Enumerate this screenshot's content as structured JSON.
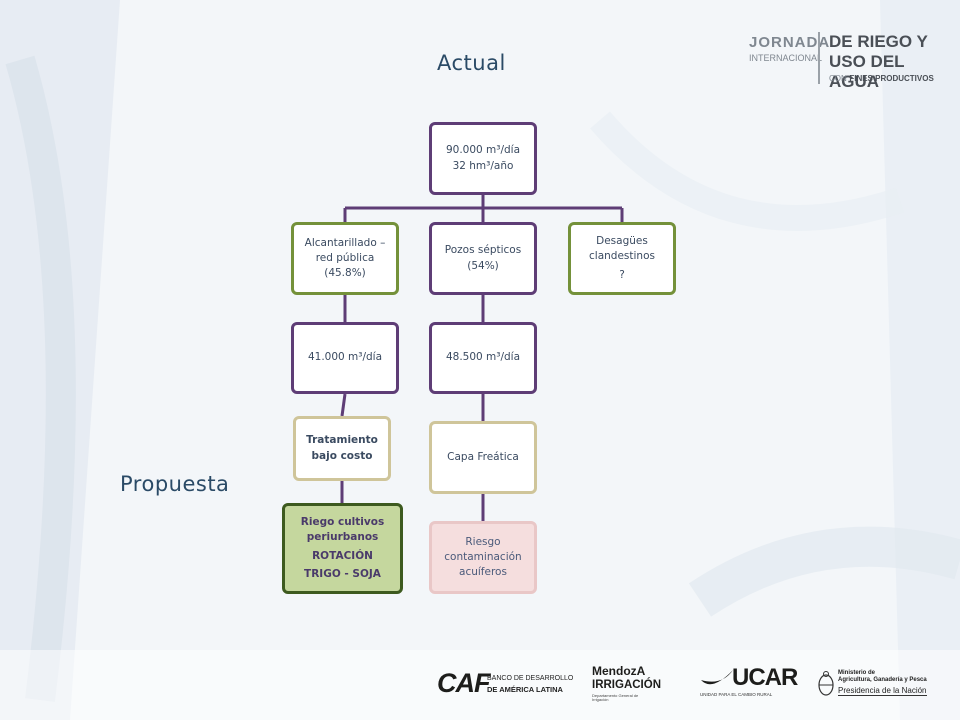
{
  "header": {
    "line1": "JORNADA",
    "line2": "INTERNACIONAL",
    "line3": "DE RIEGO Y",
    "line4": "USO DEL AGUA",
    "line5_prefix": "CON",
    "line5": "FINES PRODUCTIVOS"
  },
  "labels": {
    "actual": "Actual",
    "propuesta": "Propuesta"
  },
  "nodes": {
    "root_l1": "90.000 m³/día",
    "root_l2": "32 hm³/año",
    "alc_l1": "Alcantarillado –",
    "alc_l2": "red pública",
    "alc_l3": "(45.8%)",
    "pozos_l1": "Pozos sépticos",
    "pozos_l2": "(54%)",
    "desag_l1": "Desagües",
    "desag_l2": "clandestinos",
    "desag_l3": "?",
    "alc_vol": "41.000 m³/día",
    "pozos_vol": "48.500 m³/día",
    "trat_l1": "Tratamiento",
    "trat_l2": "bajo costo",
    "capa": "Capa Freática",
    "riego_l1": "Riego cultivos",
    "riego_l2": "periurbanos",
    "riego_l3": "ROTACIÓN",
    "riego_l4": "TRIGO - SOJA",
    "riesgo_l1": "Riesgo",
    "riesgo_l2": "contaminación",
    "riesgo_l3": "acuíferos"
  },
  "footer": {
    "caf_mark": "CAF",
    "caf_l1": "BANCO DE DESARROLLO",
    "caf_l2": "DE AMÉRICA LATINA",
    "mendoza_l1": "MendozA",
    "mendoza_l2": "IRRIGACIÓN",
    "mendoza_l3": "Departamento General de Irrigación",
    "ucar": "UCAR",
    "ucar_sub": "UNIDAD PARA EL CAMBIO RURAL",
    "min_l1": "Ministerio de",
    "min_l2": "Agricultura, Ganadería y Pesca",
    "min_l3": "Presidencia de la Nación"
  },
  "colors": {
    "purple": "#5e3d76",
    "green": "#74913a",
    "tan": "#cfc59a",
    "dark_green": "#3d5a1f",
    "light_green_fill": "#c5d79e",
    "pink": "#e9c7c7",
    "title": "#2a4a66"
  }
}
